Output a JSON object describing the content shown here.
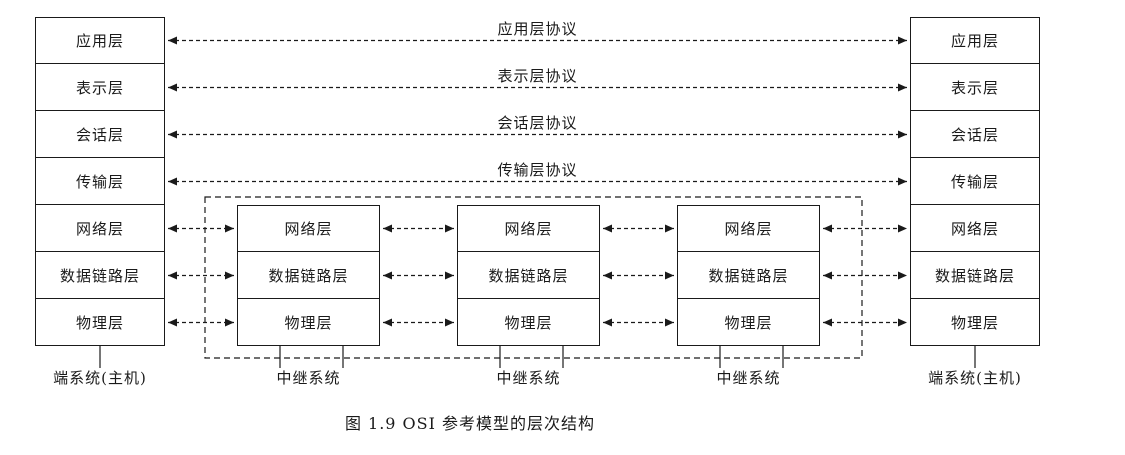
{
  "caption": "图 1.9  OSI 参考模型的层次结构",
  "left_stack": {
    "label": "端系统(主机)",
    "layers": [
      "应用层",
      "表示层",
      "会话层",
      "传输层",
      "网络层",
      "数据链路层",
      "物理层"
    ]
  },
  "right_stack": {
    "label": "端系统(主机)",
    "layers": [
      "应用层",
      "表示层",
      "会话层",
      "传输层",
      "网络层",
      "数据链路层",
      "物理层"
    ]
  },
  "relays": [
    {
      "label": "中继系统",
      "layers": [
        "网络层",
        "数据链路层",
        "物理层"
      ]
    },
    {
      "label": "中继系统",
      "layers": [
        "网络层",
        "数据链路层",
        "物理层"
      ]
    },
    {
      "label": "中继系统",
      "layers": [
        "网络层",
        "数据链路层",
        "物理层"
      ]
    }
  ],
  "protocols": [
    "应用层协议",
    "表示层协议",
    "会话层协议",
    "传输层协议"
  ],
  "colors": {
    "line": "#1a1a1a",
    "background": "#ffffff"
  }
}
